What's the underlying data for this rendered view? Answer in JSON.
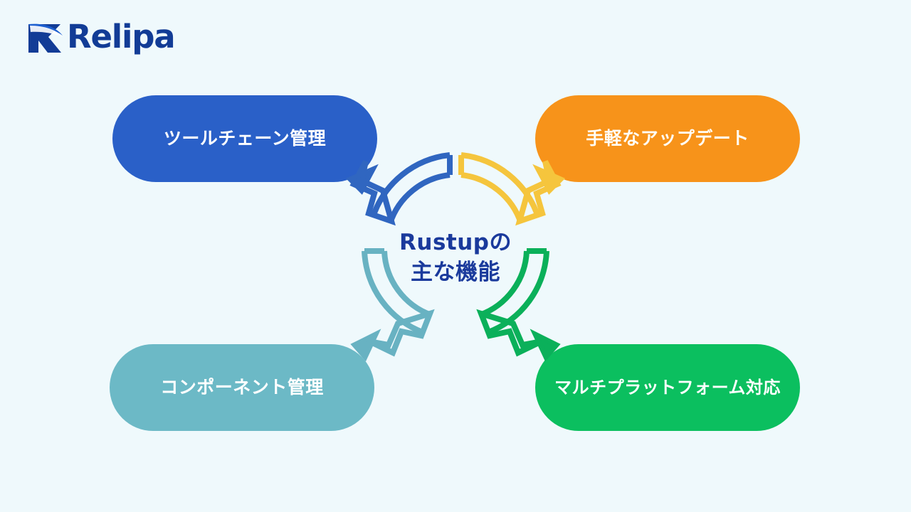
{
  "slide": {
    "background_color": "#eff9fc"
  },
  "logo": {
    "text": "Relipa",
    "icon": "relipa-swoosh-icon",
    "color": "#123c96"
  },
  "center": {
    "line1": "Rustupの",
    "line2": "主な機能",
    "color": "#1a3a9c"
  },
  "nodes": [
    {
      "id": "toolchain",
      "label": "ツールチェーン管理",
      "color": "#2a60c8",
      "arrow_color": "#3066c0",
      "position": "top-left"
    },
    {
      "id": "update",
      "label": "手軽なアップデート",
      "color": "#f7931a",
      "arrow_color": "#f5c53d",
      "position": "top-right"
    },
    {
      "id": "component",
      "label": "コンポーネント管理",
      "color": "#6cb9c6",
      "arrow_color": "#68b2c2",
      "position": "bottom-left"
    },
    {
      "id": "platform",
      "label": "マルチプラットフォーム対応",
      "color": "#0bbf5f",
      "arrow_color": "#0bb05a",
      "position": "bottom-right"
    }
  ],
  "chart_data": {
    "type": "diagram",
    "diagram_type": "cycle",
    "title": "Rustupの主な機能",
    "segments": [
      {
        "label": "ツールチェーン管理",
        "color": "#2a60c8",
        "arrow_color": "#3066c0",
        "quadrant": "top-left",
        "arc_start_deg": 0,
        "arc_end_deg": -90,
        "arrow_points_to": "top-left"
      },
      {
        "label": "手軽なアップデート",
        "color": "#f7931a",
        "arrow_color": "#f5c53d",
        "quadrant": "top-right",
        "arc_start_deg": 0,
        "arc_end_deg": 90,
        "arrow_points_to": "top-right"
      },
      {
        "label": "マルチプラットフォーム対応",
        "color": "#0bbf5f",
        "arrow_color": "#0bb05a",
        "quadrant": "bottom-right",
        "arc_start_deg": 90,
        "arc_end_deg": 180,
        "arrow_points_to": "bottom-right"
      },
      {
        "label": "コンポーネント管理",
        "color": "#6cb9c6",
        "arrow_color": "#68b2c2",
        "quadrant": "bottom-left",
        "arc_start_deg": 180,
        "arc_end_deg": 270,
        "arrow_points_to": "bottom-left"
      }
    ],
    "direction": "clockwise",
    "legend": "none",
    "grid": false
  }
}
